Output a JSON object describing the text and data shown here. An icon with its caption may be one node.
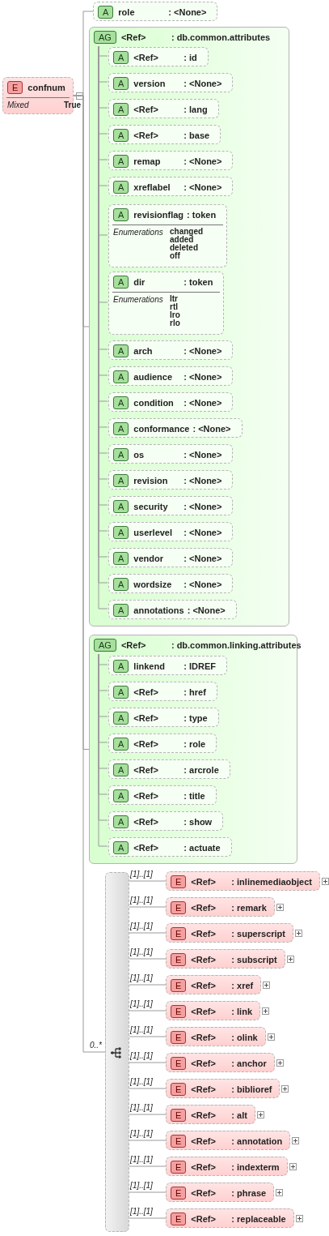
{
  "diagram": {
    "nodes": [
      {
        "text": [
          "E",
          "confnum",
          "Mixed",
          "True"
        ]
      },
      {
        "text": [
          "A",
          "role",
          ": <None>"
        ]
      },
      {
        "text": [
          "AG",
          "<Ref>",
          ": db.common.attributes"
        ]
      },
      {
        "text": [
          "A",
          "<Ref>",
          ": id"
        ],
        "in": 2
      },
      {
        "text": [
          "A",
          "version",
          ": <None>"
        ],
        "in": 2
      },
      {
        "text": [
          "A",
          "<Ref>",
          ": lang"
        ],
        "in": 2
      },
      {
        "text": [
          "A",
          "<Ref>",
          ": base"
        ],
        "in": 2
      },
      {
        "text": [
          "A",
          "remap",
          ": <None>"
        ],
        "in": 2
      },
      {
        "text": [
          "A",
          "xreflabel",
          ": <None>"
        ],
        "in": 2
      },
      {
        "text": [
          "A",
          "revisionflag",
          ": token",
          "Enumerations",
          "changed added deleted off"
        ],
        "in": 2
      },
      {
        "text": [
          "A",
          "dir",
          ": token",
          "Enumerations",
          "ltr rtl lro rlo"
        ],
        "in": 2
      },
      {
        "text": [
          "A",
          "arch",
          ": <None>"
        ],
        "in": 2
      },
      {
        "text": [
          "A",
          "audience",
          ": <None>"
        ],
        "in": 2
      },
      {
        "text": [
          "A",
          "condition",
          ": <None>"
        ],
        "in": 2
      },
      {
        "text": [
          "A",
          "conformance",
          ": <None>"
        ],
        "in": 2
      },
      {
        "text": [
          "A",
          "os",
          ": <None>"
        ],
        "in": 2
      },
      {
        "text": [
          "A",
          "revision",
          ": <None>"
        ],
        "in": 2
      },
      {
        "text": [
          "A",
          "security",
          ": <None>"
        ],
        "in": 2
      },
      {
        "text": [
          "A",
          "userlevel",
          ": <None>"
        ],
        "in": 2
      },
      {
        "text": [
          "A",
          "vendor",
          ": <None>"
        ],
        "in": 2
      },
      {
        "text": [
          "A",
          "wordsize",
          ": <None>"
        ],
        "in": 2
      },
      {
        "text": [
          "A",
          "annotations",
          ": <None>"
        ],
        "in": 2
      },
      {
        "text": [
          "AG",
          "<Ref>",
          ": db.common.linking.attributes"
        ]
      },
      {
        "text": [
          "A",
          "linkend",
          ": IDREF"
        ],
        "in": 22
      },
      {
        "text": [
          "A",
          "<Ref>",
          ": href"
        ],
        "in": 22
      },
      {
        "text": [
          "A",
          "<Ref>",
          ": type"
        ],
        "in": 22
      },
      {
        "text": [
          "A",
          "<Ref>",
          ": role"
        ],
        "in": 22
      },
      {
        "text": [
          "A",
          "<Ref>",
          ": arcrole"
        ],
        "in": 22
      },
      {
        "text": [
          "A",
          "<Ref>",
          ": title"
        ],
        "in": 22
      },
      {
        "text": [
          "A",
          "<Ref>",
          ": show"
        ],
        "in": 22
      },
      {
        "text": [
          "A",
          "<Ref>",
          ": actuate"
        ],
        "in": 22
      },
      {
        "text": [],
        "shape": "bar"
      },
      {
        "text": [
          "E",
          "<Ref>",
          ": inlinemediaobject"
        ]
      },
      {
        "text": [
          "E",
          "<Ref>",
          ": remark"
        ]
      },
      {
        "text": [
          "E",
          "<Ref>",
          ": superscript"
        ]
      },
      {
        "text": [
          "E",
          "<Ref>",
          ": subscript"
        ]
      },
      {
        "text": [
          "E",
          "<Ref>",
          ": xref"
        ]
      },
      {
        "text": [
          "E",
          "<Ref>",
          ": link"
        ]
      },
      {
        "text": [
          "E",
          "<Ref>",
          ": olink"
        ]
      },
      {
        "text": [
          "E",
          "<Ref>",
          ": anchor"
        ]
      },
      {
        "text": [
          "E",
          "<Ref>",
          ": biblioref"
        ]
      },
      {
        "text": [
          "E",
          "<Ref>",
          ": alt"
        ]
      },
      {
        "text": [
          "E",
          "<Ref>",
          ": annotation"
        ]
      },
      {
        "text": [
          "E",
          "<Ref>",
          ": indexterm"
        ]
      },
      {
        "text": [
          "E",
          "<Ref>",
          ": phrase"
        ]
      },
      {
        "text": [
          "E",
          "<Ref>",
          ": replaceable"
        ]
      }
    ],
    "edges": [
      {
        "from": 0,
        "to": 1,
        "arrow": "none"
      },
      {
        "from": 0,
        "to": 2,
        "arrow": "none"
      },
      {
        "from": 2,
        "to": 3,
        "arrow": "none"
      },
      {
        "from": 2,
        "to": 4,
        "arrow": "none"
      },
      {
        "from": 2,
        "to": 5,
        "arrow": "none"
      },
      {
        "from": 2,
        "to": 6,
        "arrow": "none"
      },
      {
        "from": 2,
        "to": 7,
        "arrow": "none"
      },
      {
        "from": 2,
        "to": 8,
        "arrow": "none"
      },
      {
        "from": 2,
        "to": 9,
        "arrow": "none"
      },
      {
        "from": 2,
        "to": 10,
        "arrow": "none"
      },
      {
        "from": 2,
        "to": 11,
        "arrow": "none"
      },
      {
        "from": 2,
        "to": 12,
        "arrow": "none"
      },
      {
        "from": 2,
        "to": 13,
        "arrow": "none"
      },
      {
        "from": 2,
        "to": 14,
        "arrow": "none"
      },
      {
        "from": 2,
        "to": 15,
        "arrow": "none"
      },
      {
        "from": 2,
        "to": 16,
        "arrow": "none"
      },
      {
        "from": 2,
        "to": 17,
        "arrow": "none"
      },
      {
        "from": 2,
        "to": 18,
        "arrow": "none"
      },
      {
        "from": 2,
        "to": 19,
        "arrow": "none"
      },
      {
        "from": 2,
        "to": 20,
        "arrow": "none"
      },
      {
        "from": 2,
        "to": 21,
        "arrow": "none"
      },
      {
        "from": 0,
        "to": 22,
        "arrow": "none"
      },
      {
        "from": 22,
        "to": 23,
        "arrow": "none"
      },
      {
        "from": 22,
        "to": 24,
        "arrow": "none"
      },
      {
        "from": 22,
        "to": 25,
        "arrow": "none"
      },
      {
        "from": 22,
        "to": 26,
        "arrow": "none"
      },
      {
        "from": 22,
        "to": 27,
        "arrow": "none"
      },
      {
        "from": 22,
        "to": 28,
        "arrow": "none"
      },
      {
        "from": 22,
        "to": 29,
        "arrow": "none"
      },
      {
        "from": 22,
        "to": 30,
        "arrow": "none"
      },
      {
        "from": 0,
        "to": 31,
        "arrow": "none",
        "label": "0..*"
      },
      {
        "from": 31,
        "to": 32,
        "arrow": "none",
        "label": "[1]..[1]"
      },
      {
        "from": 31,
        "to": 33,
        "arrow": "none",
        "label": "[1]..[1]"
      },
      {
        "from": 31,
        "to": 34,
        "arrow": "none",
        "label": "[1]..[1]"
      },
      {
        "from": 31,
        "to": 35,
        "arrow": "none",
        "label": "[1]..[1]"
      },
      {
        "from": 31,
        "to": 36,
        "arrow": "none",
        "label": "[1]..[1]"
      },
      {
        "from": 31,
        "to": 37,
        "arrow": "none",
        "label": "[1]..[1]"
      },
      {
        "from": 31,
        "to": 38,
        "arrow": "none",
        "label": "[1]..[1]"
      },
      {
        "from": 31,
        "to": 39,
        "arrow": "none",
        "label": "[1]..[1]"
      },
      {
        "from": 31,
        "to": 40,
        "arrow": "none",
        "label": "[1]..[1]"
      },
      {
        "from": 31,
        "to": 41,
        "arrow": "none",
        "label": "[1]..[1]"
      },
      {
        "from": 31,
        "to": 42,
        "arrow": "none",
        "label": "[1]..[1]"
      },
      {
        "from": 31,
        "to": 43,
        "arrow": "none",
        "label": "[1]..[1]"
      },
      {
        "from": 31,
        "to": 44,
        "arrow": "none",
        "label": "[1]..[1]"
      },
      {
        "from": 31,
        "to": 45,
        "arrow": "none",
        "label": "[1]..[1]"
      }
    ]
  }
}
